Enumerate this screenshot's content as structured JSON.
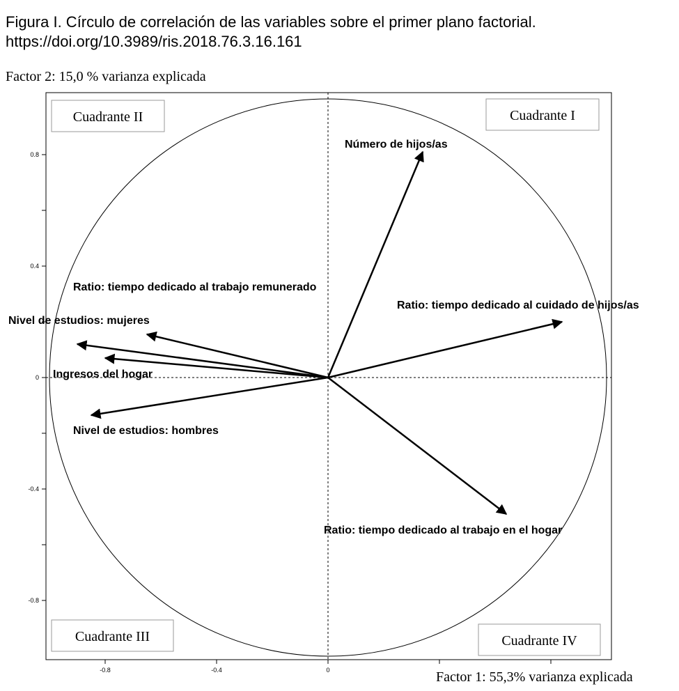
{
  "caption": {
    "line1": "Figura I. Círculo de correlación de las variables sobre el primer plano factorial.",
    "line2": "https://doi.org/10.3989/ris.2018.76.3.16.161"
  },
  "chart_data": {
    "type": "scatter",
    "ylabel": "Factor 2: 15,0 % varianza explicada",
    "xlabel": "Factor 1: 55,3% varianza explicada",
    "xlim": [
      -1,
      1
    ],
    "ylim": [
      -1,
      1
    ],
    "x_ticks": [
      "-0.8",
      "-0.4",
      "0"
    ],
    "y_ticks": [
      "0.8",
      "0.4",
      "0",
      "-0.4",
      "-0.8"
    ],
    "x_tick_values": [
      -0.8,
      -0.4,
      0
    ],
    "y_tick_values": [
      0.8,
      0.4,
      0,
      -0.4,
      -0.8
    ],
    "quadrants": [
      "Cuadrante I",
      "Cuadrante II",
      "Cuadrante III",
      "Cuadrante IV"
    ],
    "vectors": [
      {
        "label": "Número de hijos/as",
        "x": 0.34,
        "y": 0.81
      },
      {
        "label": "Ratio: tiempo dedicado al cuidado de hijos/as",
        "x": 0.84,
        "y": 0.2
      },
      {
        "label": "Ratio: tiempo dedicado al trabajo remunerado",
        "x": -0.65,
        "y": 0.155
      },
      {
        "label": "Nivel de estudios: mujeres",
        "x": -0.9,
        "y": 0.12
      },
      {
        "label": "Ingresos del hogar",
        "x": -0.8,
        "y": 0.07
      },
      {
        "label": "Nivel de estudios: hombres",
        "x": -0.85,
        "y": -0.135
      },
      {
        "label": "Ratio: tiempo dedicado al trabajo en el hogar",
        "x": 0.64,
        "y": -0.49
      }
    ]
  }
}
